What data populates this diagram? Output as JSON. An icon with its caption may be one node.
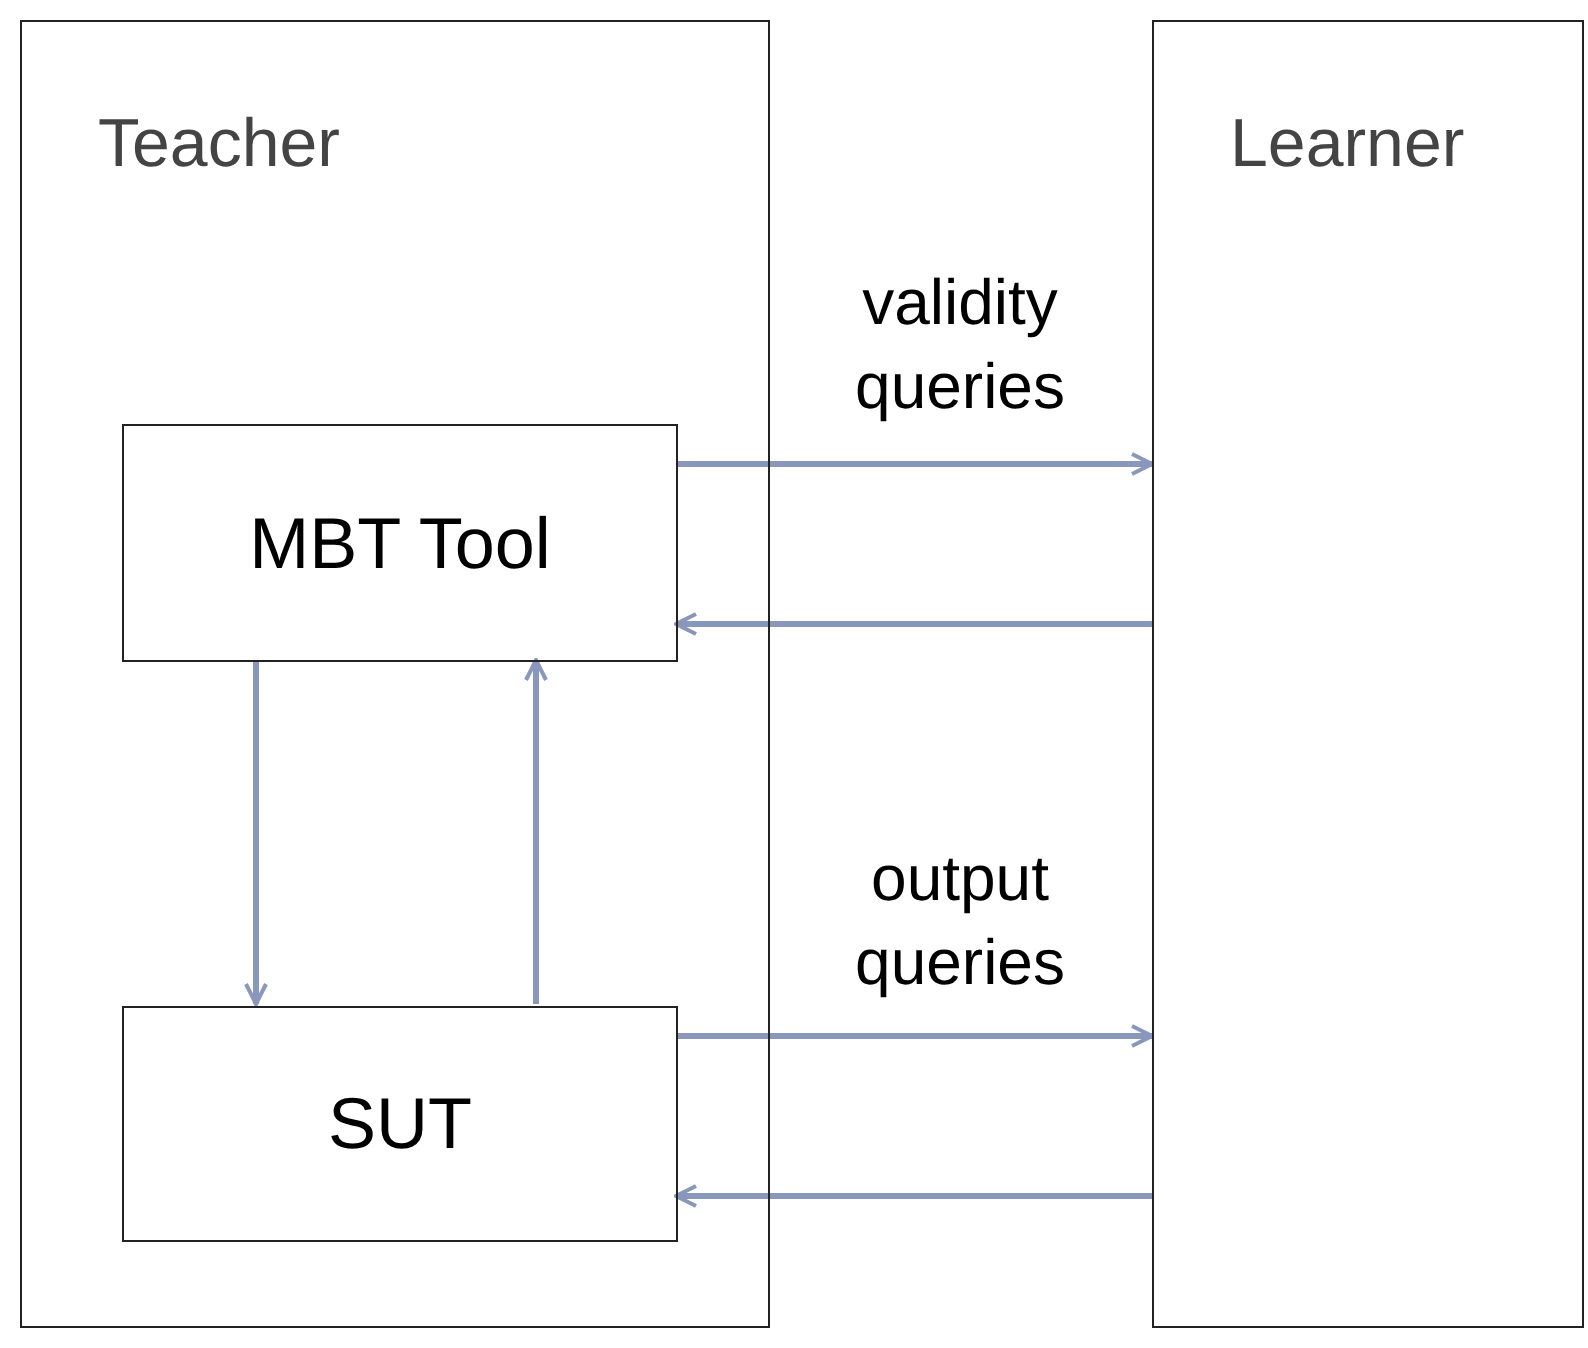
{
  "diagram": {
    "nodes": [
      {
        "text": [
          "Teacher"
        ]
      },
      {
        "text": [
          "Learner"
        ]
      },
      {
        "text": [
          "MBT Tool"
        ],
        "in": 0
      },
      {
        "text": [
          "SUT"
        ],
        "in": 0
      }
    ],
    "edges": [
      {
        "from": 2,
        "to": 1,
        "arrow": "to",
        "label": "validity queries"
      },
      {
        "from": 1,
        "to": 2,
        "arrow": "to"
      },
      {
        "from": 2,
        "to": 3,
        "arrow": "to"
      },
      {
        "from": 3,
        "to": 2,
        "arrow": "to"
      },
      {
        "from": 3,
        "to": 1,
        "arrow": "to",
        "label": "output queries"
      },
      {
        "from": 1,
        "to": 3,
        "arrow": "to"
      }
    ]
  }
}
